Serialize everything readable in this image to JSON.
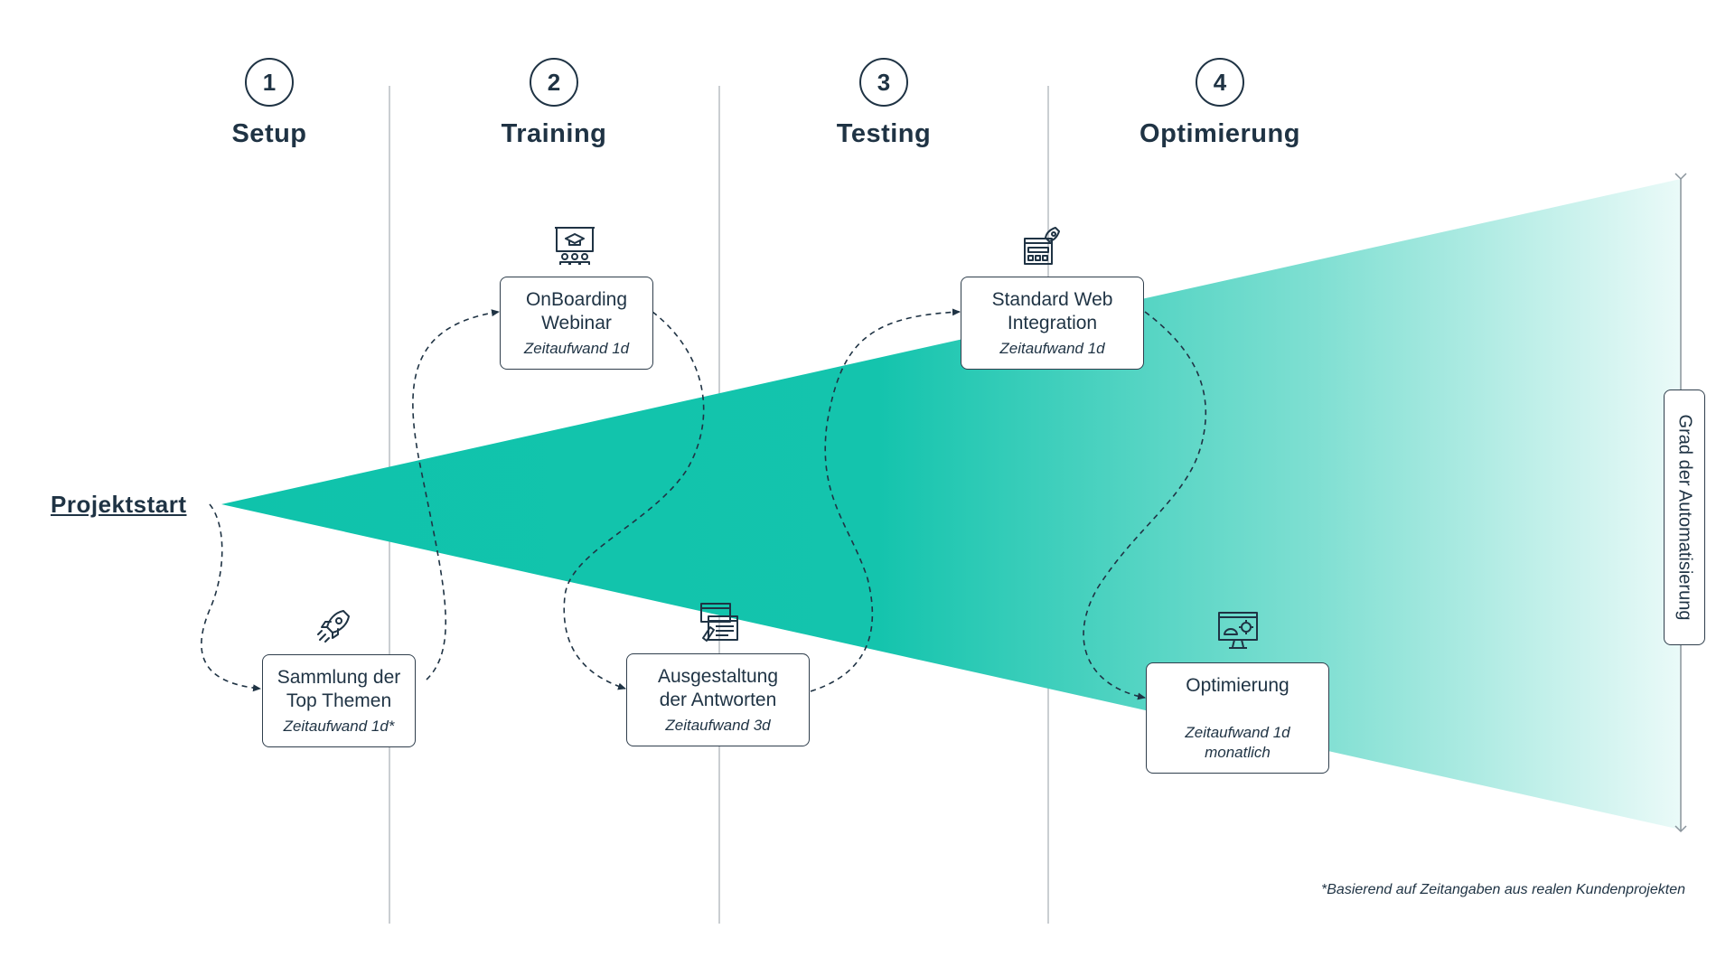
{
  "phases": [
    {
      "number": "1",
      "title": "Setup"
    },
    {
      "number": "2",
      "title": "Training"
    },
    {
      "number": "3",
      "title": "Testing"
    },
    {
      "number": "4",
      "title": "Optimierung"
    }
  ],
  "start_label": "Projektstart",
  "steps": {
    "top_themen": {
      "line1": "Sammlung der",
      "line2": "Top Themen",
      "effort": "Zeitaufwand 1d*",
      "icon": "rocket-icon"
    },
    "onboarding": {
      "line1": "OnBoarding",
      "line2": "Webinar",
      "effort": "Zeitaufwand 1d",
      "icon": "webinar-icon"
    },
    "antworten": {
      "line1": "Ausgestaltung",
      "line2": "der Antworten",
      "effort": "Zeitaufwand 3d",
      "icon": "editor-icon"
    },
    "web_integration": {
      "line1": "Standard Web",
      "line2": "Integration",
      "effort": "Zeitaufwand 1d",
      "icon": "web-launch-icon"
    },
    "optimierung": {
      "line1": "Optimierung",
      "effort_line1": "Zeitaufwand 1d",
      "effort_line2": "monatlich",
      "icon": "monitor-settings-icon"
    }
  },
  "axis_label": "Grad der Automatisierung",
  "footnote": "*Basierend auf Zeitangaben aus realen Kundenprojekten",
  "colors": {
    "wedge": "#14c4ad",
    "text": "#1f3344",
    "divider": "#b9bec4"
  }
}
